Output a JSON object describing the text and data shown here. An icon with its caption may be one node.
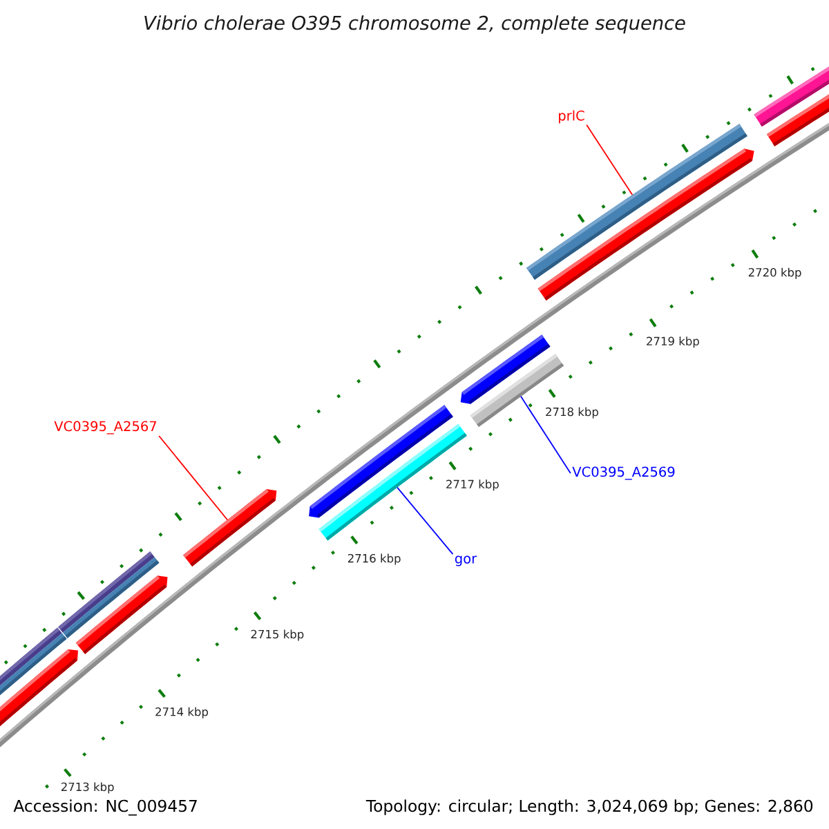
{
  "diagram": {
    "title": "Vibrio cholerae O395 chromosome 2, complete sequence",
    "nodes": [
      {
        "text": [
          "prlC"
        ]
      },
      {
        "text": [
          "VC0395_A2567"
        ]
      },
      {
        "text": [
          "VC0395_A2569"
        ]
      },
      {
        "text": [
          "gor"
        ]
      },
      {
        "text": [],
        "shape": "bar"
      },
      {
        "text": [],
        "shape": "arrow"
      },
      {
        "text": [],
        "shape": "bar"
      },
      {
        "text": [],
        "shape": "arrow"
      },
      {
        "text": [],
        "shape": "arrow"
      },
      {
        "text": [],
        "shape": "bar"
      },
      {
        "text": [],
        "shape": "arrow"
      },
      {
        "text": [],
        "shape": "bar"
      },
      {
        "text": [],
        "shape": "arrow"
      },
      {
        "text": [],
        "shape": "bar"
      },
      {
        "text": [],
        "shape": "arrow"
      },
      {
        "text": [],
        "shape": "bar"
      },
      {
        "text": [],
        "shape": "arrow"
      }
    ],
    "edges": [
      {
        "from": 0,
        "to": 6,
        "arrow": "none",
        "color": "#ff0000"
      },
      {
        "from": 1,
        "to": 12,
        "arrow": "none",
        "color": "#ff0000"
      },
      {
        "from": 2,
        "to": 9,
        "arrow": "none",
        "color": "#0000ff"
      },
      {
        "from": 3,
        "to": 11,
        "arrow": "none",
        "color": "#0000ff"
      }
    ],
    "labels": [
      "2720 kbp",
      "2719 kbp",
      "2718 kbp",
      "2717 kbp",
      "2716 kbp",
      "2715 kbp",
      "2714 kbp",
      "2713 kbp",
      "Accession: NC_009457",
      "Topology: circular; Length: 3,024,069 bp; Genes: 2,860"
    ]
  }
}
